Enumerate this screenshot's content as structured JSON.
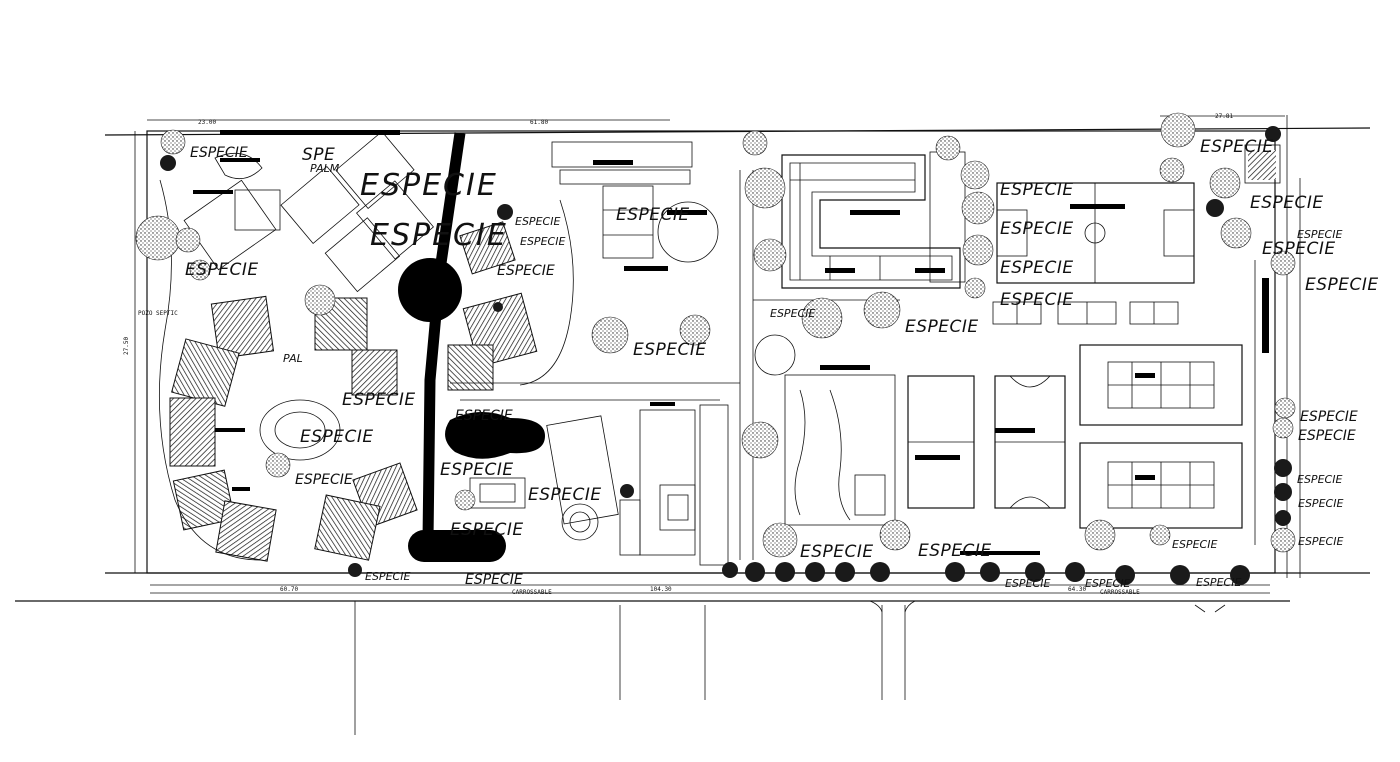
{
  "drawing": {
    "plant_label": "ESPECIE",
    "plant_label_large": "ESPECIE",
    "plant_label_partial": "SPE",
    "palm_label": "PALM",
    "palm_label_partial": "PAL",
    "dim_top_left": "23.00",
    "dim_top_mid": "61.80",
    "dim_top_right": "27.81",
    "dim_left": "27.50",
    "dim_bottom_left": "60.70",
    "dim_bottom_mid": "104.30",
    "dim_bottom_right": "64.30",
    "road_label": "CARROSSABLE",
    "road_label_right": "CARROSSABLE",
    "pozo_label": "POZO SEPTIC",
    "pool_label": "",
    "line_color": "#111111",
    "fill_color": "#000000"
  }
}
